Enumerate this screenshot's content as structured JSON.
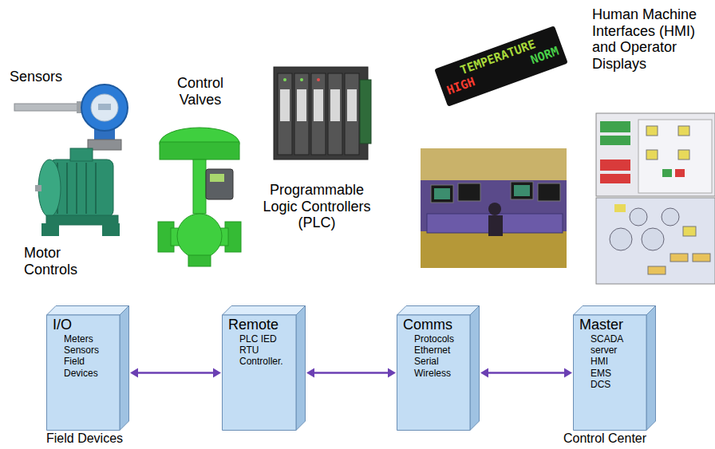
{
  "diagram": {
    "nodes": [
      {
        "text": [
          "I/O",
          "Meters Sensors Field Devices"
        ]
      },
      {
        "text": [
          "Remote",
          "PLC IED RTU Controller."
        ]
      },
      {
        "text": [
          "Comms",
          "Protocols Ethernet Serial Wireless"
        ]
      },
      {
        "text": [
          "Master",
          "SCADA server HMI EMS DCS"
        ]
      }
    ],
    "edges": [
      {
        "from": 0,
        "to": 1,
        "arrow": "both"
      },
      {
        "from": 1,
        "to": 2,
        "arrow": "both"
      },
      {
        "from": 2,
        "to": 3,
        "arrow": "both"
      }
    ],
    "labels": [
      "Sensors",
      "Control Valves",
      "Motor Controls",
      "Programmable Logic Controllers (PLC)",
      "TEMPERATURE",
      "HIGH",
      "NORM",
      "Human Machine Interfaces (HMI) and Operator Displays",
      "Field Devices",
      "Control Center"
    ]
  }
}
